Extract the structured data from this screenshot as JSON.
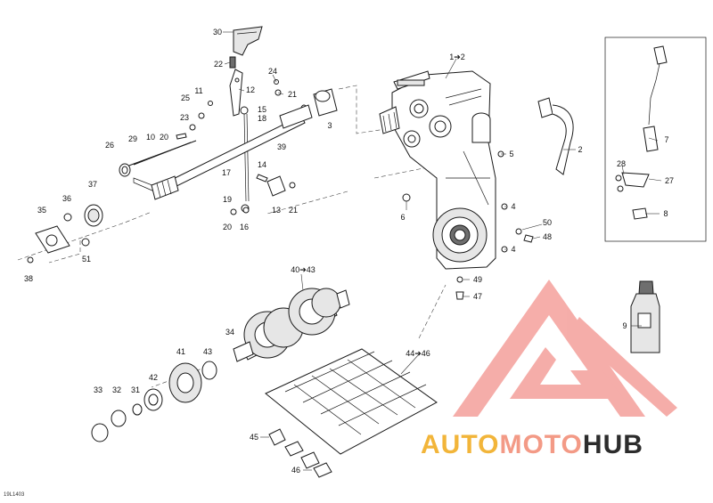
{
  "diagram_code": "19L1403",
  "callouts": [
    {
      "id": "c30",
      "text": "30"
    },
    {
      "id": "c22",
      "text": "22"
    },
    {
      "id": "c24",
      "text": "24"
    },
    {
      "id": "c12",
      "text": "12"
    },
    {
      "id": "c11",
      "text": "11"
    },
    {
      "id": "c25",
      "text": "25"
    },
    {
      "id": "c21a",
      "text": "21"
    },
    {
      "id": "c23",
      "text": "23"
    },
    {
      "id": "c15",
      "text": "15"
    },
    {
      "id": "c18",
      "text": "18"
    },
    {
      "id": "c20a",
      "text": "20"
    },
    {
      "id": "c10",
      "text": "10"
    },
    {
      "id": "c29",
      "text": "29"
    },
    {
      "id": "c26",
      "text": "26"
    },
    {
      "id": "c39",
      "text": "39"
    },
    {
      "id": "c3",
      "text": "3"
    },
    {
      "id": "c1_2",
      "text": "1➔2"
    },
    {
      "id": "c2",
      "text": "2"
    },
    {
      "id": "c5",
      "text": "5"
    },
    {
      "id": "c14",
      "text": "14"
    },
    {
      "id": "c17",
      "text": "17"
    },
    {
      "id": "c19",
      "text": "19"
    },
    {
      "id": "c13",
      "text": "13"
    },
    {
      "id": "c21b",
      "text": "21"
    },
    {
      "id": "c20b",
      "text": "20"
    },
    {
      "id": "c16",
      "text": "16"
    },
    {
      "id": "c37",
      "text": "37"
    },
    {
      "id": "c36",
      "text": "36"
    },
    {
      "id": "c35",
      "text": "35"
    },
    {
      "id": "c51",
      "text": "51"
    },
    {
      "id": "c38",
      "text": "38"
    },
    {
      "id": "c6",
      "text": "6"
    },
    {
      "id": "c4a",
      "text": "4"
    },
    {
      "id": "c50",
      "text": "50"
    },
    {
      "id": "c48",
      "text": "48"
    },
    {
      "id": "c4b",
      "text": "4"
    },
    {
      "id": "c49",
      "text": "49"
    },
    {
      "id": "c47",
      "text": "47"
    },
    {
      "id": "c40_43",
      "text": "40➔43"
    },
    {
      "id": "c34",
      "text": "34"
    },
    {
      "id": "c41",
      "text": "41"
    },
    {
      "id": "c43",
      "text": "43"
    },
    {
      "id": "c42",
      "text": "42"
    },
    {
      "id": "c44_46",
      "text": "44➔46"
    },
    {
      "id": "c33",
      "text": "33"
    },
    {
      "id": "c32",
      "text": "32"
    },
    {
      "id": "c31",
      "text": "31"
    },
    {
      "id": "c45",
      "text": "45"
    },
    {
      "id": "c46",
      "text": "46"
    },
    {
      "id": "c7",
      "text": "7"
    },
    {
      "id": "c28",
      "text": "28"
    },
    {
      "id": "c27",
      "text": "27"
    },
    {
      "id": "c8",
      "text": "8"
    },
    {
      "id": "c9",
      "text": "9"
    }
  ],
  "watermark": {
    "part1": "AUTO",
    "part2": "MOTO",
    "part3": "HUB"
  },
  "colors": {
    "watermark_red": "#ee6b64",
    "watermark_yellow": "#f2b53a",
    "watermark_pink": "#f39a86",
    "watermark_dark": "#2c2c2c"
  }
}
